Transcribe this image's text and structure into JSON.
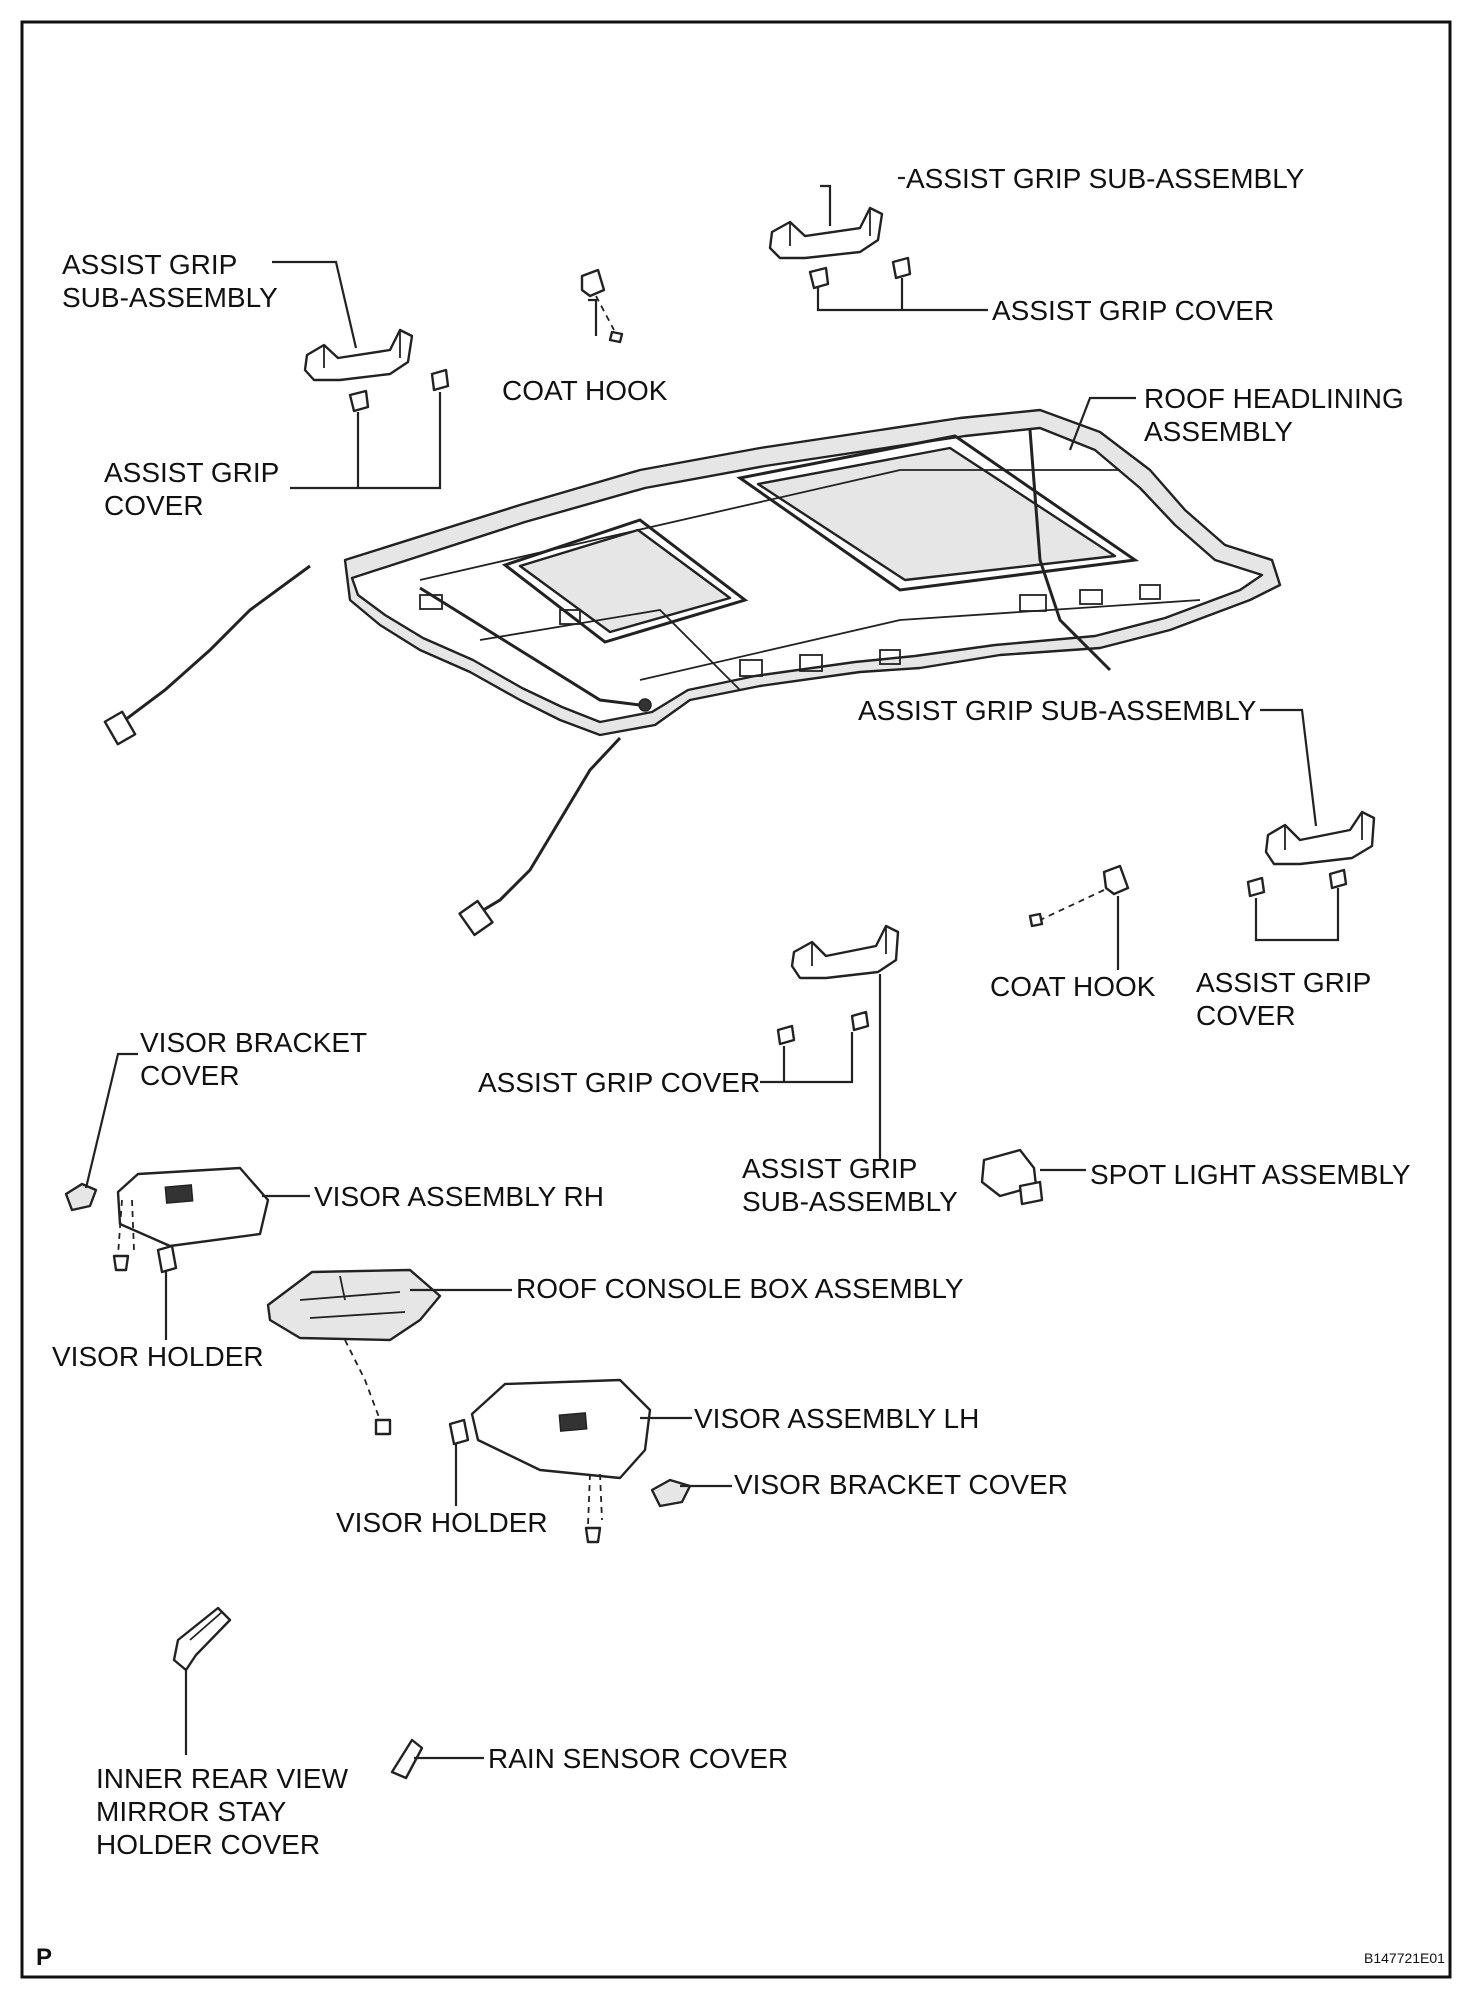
{
  "labels": {
    "assist_grip_sub_top": "ASSIST GRIP SUB-ASSEMBLY",
    "assist_grip_cover_top": "ASSIST GRIP COVER",
    "assist_grip_sub_left": "ASSIST GRIP\nSUB-ASSEMBLY",
    "coat_hook_top": "COAT HOOK",
    "roof_headlining": "ROOF HEADLINING\nASSEMBLY",
    "assist_grip_cover_left": "ASSIST GRIP\nCOVER",
    "assist_grip_sub_right": "ASSIST GRIP SUB-ASSEMBLY",
    "coat_hook_right": "COAT HOOK",
    "assist_grip_cover_right": "ASSIST GRIP\nCOVER",
    "visor_bracket_cover_left": "VISOR BRACKET\nCOVER",
    "assist_grip_cover_mid": "ASSIST GRIP COVER",
    "assist_grip_sub_mid": "ASSIST GRIP\nSUB-ASSEMBLY",
    "spot_light": "SPOT LIGHT ASSEMBLY",
    "visor_rh": "VISOR ASSEMBLY RH",
    "roof_console": "ROOF CONSOLE BOX ASSEMBLY",
    "visor_holder_left": "VISOR HOLDER",
    "visor_lh": "VISOR ASSEMBLY LH",
    "visor_bracket_cover_right": "VISOR BRACKET COVER",
    "visor_holder_mid": "VISOR HOLDER",
    "inner_mirror_cover": "INNER REAR VIEW\nMIRROR STAY\nHOLDER COVER",
    "rain_sensor_cover": "RAIN SENSOR COVER"
  },
  "corner": {
    "section_letter": "P",
    "figure_code": "B147721E01"
  }
}
